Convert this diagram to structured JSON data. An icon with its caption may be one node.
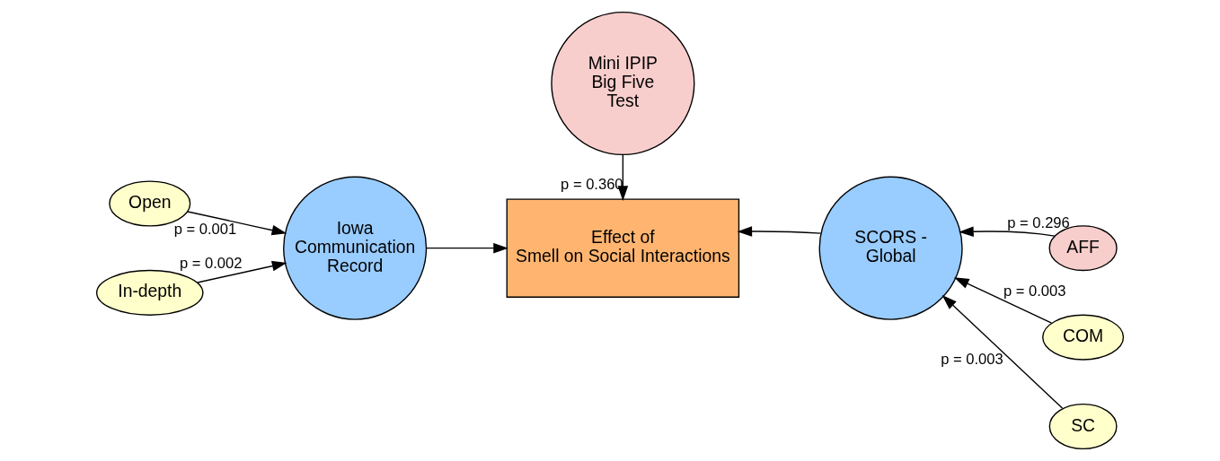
{
  "diagram": {
    "nodes": [
      {
        "text": [
          "Open"
        ]
      },
      {
        "text": [
          "In-depth"
        ]
      },
      {
        "text": [
          "Iowa Communication Record"
        ]
      },
      {
        "text": [
          "Mini IPIP Big Five Test"
        ]
      },
      {
        "text": [
          "Effect of Smell on Social Interactions"
        ]
      },
      {
        "text": [
          "SCORS - Global"
        ]
      },
      {
        "text": [
          "COM"
        ]
      },
      {
        "text": [
          "AFF"
        ]
      },
      {
        "text": [
          "SC"
        ]
      }
    ],
    "edges": [
      {
        "from": 0,
        "to": 2,
        "arrow": "to",
        "label": "p = 0.001"
      },
      {
        "from": 1,
        "to": 2,
        "arrow": "to",
        "label": "p = 0.002"
      },
      {
        "from": 3,
        "to": 4,
        "arrow": "to",
        "label": "p = 0.360"
      },
      {
        "from": 2,
        "to": 4,
        "arrow": "to"
      },
      {
        "from": 5,
        "to": 4,
        "arrow": "to"
      },
      {
        "from": 6,
        "to": 5,
        "arrow": "to",
        "label": "p = 0.003"
      },
      {
        "from": 7,
        "to": 5,
        "arrow": "to",
        "label": "p = 0.296"
      },
      {
        "from": 8,
        "to": 5,
        "arrow": "to",
        "label": "p = 0.003"
      }
    ]
  }
}
